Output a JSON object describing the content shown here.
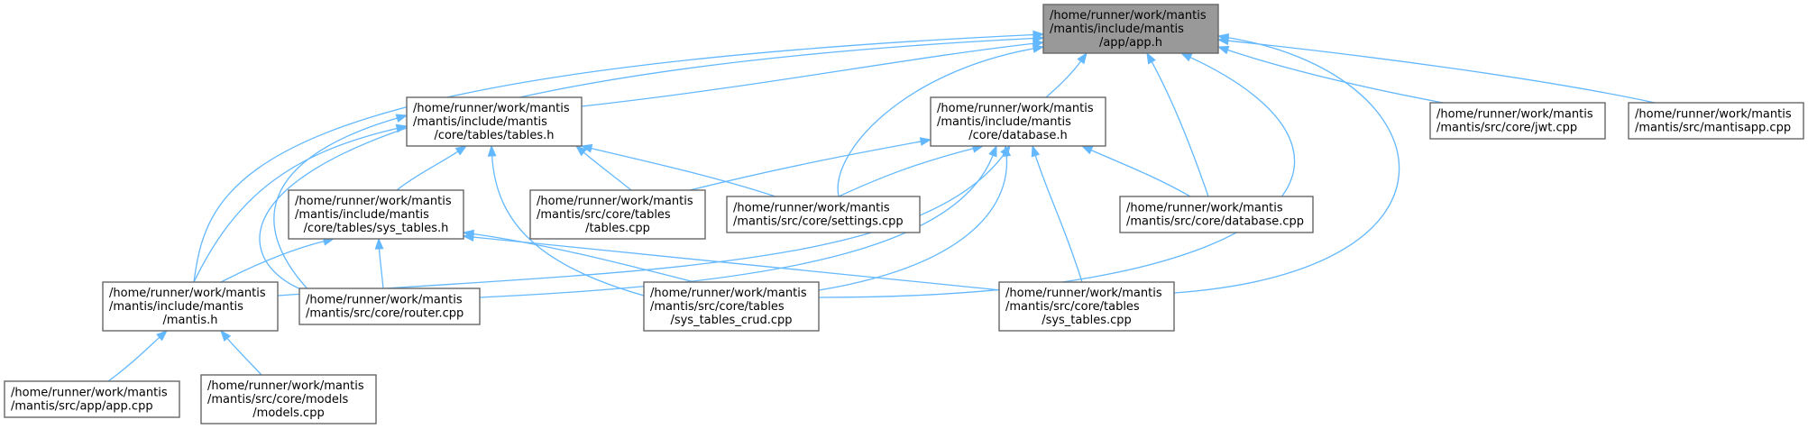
{
  "colors": {
    "edge": "#63b8ff",
    "node_fill": "#ffffff",
    "root_fill": "#999999",
    "node_border": "#666666",
    "text": "#000000"
  },
  "nodes": [
    {
      "id": "app_h",
      "root": true,
      "lines": [
        "/home/runner/work/mantis",
        "/mantis/include/mantis",
        "/app/app.h"
      ]
    },
    {
      "id": "tables_h",
      "lines": [
        "/home/runner/work/mantis",
        "/mantis/include/mantis",
        "/core/tables/tables.h"
      ]
    },
    {
      "id": "database_h",
      "lines": [
        "/home/runner/work/mantis",
        "/mantis/include/mantis",
        "/core/database.h"
      ]
    },
    {
      "id": "jwt_cpp",
      "lines": [
        "/home/runner/work/mantis",
        "/mantis/src/core/jwt.cpp"
      ]
    },
    {
      "id": "mantisapp_cpp",
      "lines": [
        "/home/runner/work/mantis",
        "/mantis/src/mantisapp.cpp"
      ]
    },
    {
      "id": "sys_tables_h",
      "lines": [
        "/home/runner/work/mantis",
        "/mantis/include/mantis",
        "/core/tables/sys_tables.h"
      ]
    },
    {
      "id": "tables_cpp",
      "lines": [
        "/home/runner/work/mantis",
        "/mantis/src/core/tables",
        "/tables.cpp"
      ]
    },
    {
      "id": "settings_cpp",
      "lines": [
        "/home/runner/work/mantis",
        "/mantis/src/core/settings.cpp"
      ]
    },
    {
      "id": "database_cpp",
      "lines": [
        "/home/runner/work/mantis",
        "/mantis/src/core/database.cpp"
      ]
    },
    {
      "id": "mantis_h",
      "lines": [
        "/home/runner/work/mantis",
        "/mantis/include/mantis",
        "/mantis.h"
      ]
    },
    {
      "id": "router_cpp",
      "lines": [
        "/home/runner/work/mantis",
        "/mantis/src/core/router.cpp"
      ]
    },
    {
      "id": "sys_tables_crud_cpp",
      "lines": [
        "/home/runner/work/mantis",
        "/mantis/src/core/tables",
        "/sys_tables_crud.cpp"
      ]
    },
    {
      "id": "sys_tables_cpp",
      "lines": [
        "/home/runner/work/mantis",
        "/mantis/src/core/tables",
        "/sys_tables.cpp"
      ]
    },
    {
      "id": "app_cpp",
      "lines": [
        "/home/runner/work/mantis",
        "/mantis/src/app/app.cpp"
      ]
    },
    {
      "id": "models_cpp",
      "lines": [
        "/home/runner/work/mantis",
        "/mantis/src/core/models",
        "/models.cpp"
      ]
    }
  ],
  "edges": [
    {
      "from": "tables_h",
      "to": "app_h"
    },
    {
      "from": "database_h",
      "to": "app_h"
    },
    {
      "from": "jwt_cpp",
      "to": "app_h"
    },
    {
      "from": "mantisapp_cpp",
      "to": "app_h"
    },
    {
      "from": "settings_cpp",
      "to": "app_h"
    },
    {
      "from": "database_cpp",
      "to": "app_h"
    },
    {
      "from": "mantis_h",
      "to": "app_h"
    },
    {
      "from": "router_cpp",
      "to": "app_h"
    },
    {
      "from": "sys_tables_crud_cpp",
      "to": "app_h"
    },
    {
      "from": "sys_tables_cpp",
      "to": "app_h"
    },
    {
      "from": "sys_tables_h",
      "to": "tables_h"
    },
    {
      "from": "tables_cpp",
      "to": "tables_h"
    },
    {
      "from": "settings_cpp",
      "to": "tables_h"
    },
    {
      "from": "mantis_h",
      "to": "tables_h"
    },
    {
      "from": "router_cpp",
      "to": "tables_h"
    },
    {
      "from": "sys_tables_crud_cpp",
      "to": "tables_h"
    },
    {
      "from": "tables_cpp",
      "to": "database_h"
    },
    {
      "from": "settings_cpp",
      "to": "database_h"
    },
    {
      "from": "database_cpp",
      "to": "database_h"
    },
    {
      "from": "mantis_h",
      "to": "database_h"
    },
    {
      "from": "router_cpp",
      "to": "database_h"
    },
    {
      "from": "sys_tables_crud_cpp",
      "to": "database_h"
    },
    {
      "from": "sys_tables_cpp",
      "to": "database_h"
    },
    {
      "from": "mantis_h",
      "to": "sys_tables_h"
    },
    {
      "from": "router_cpp",
      "to": "sys_tables_h"
    },
    {
      "from": "sys_tables_crud_cpp",
      "to": "sys_tables_h"
    },
    {
      "from": "sys_tables_cpp",
      "to": "sys_tables_h"
    },
    {
      "from": "app_cpp",
      "to": "mantis_h"
    },
    {
      "from": "models_cpp",
      "to": "mantis_h"
    }
  ]
}
